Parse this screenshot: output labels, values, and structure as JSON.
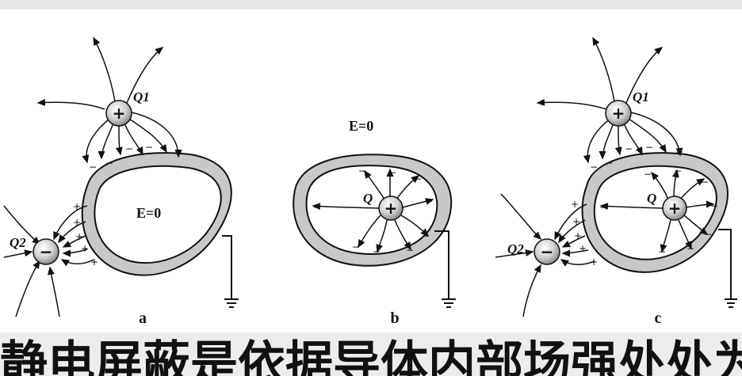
{
  "panels": [
    {
      "id": "a",
      "label": "a",
      "field_label": "E=0",
      "charges": [
        {
          "name": "Q1",
          "sign": "+"
        },
        {
          "name": "Q2",
          "sign": "−"
        }
      ]
    },
    {
      "id": "b",
      "label": "b",
      "field_label": "E=0",
      "charges": [
        {
          "name": "Q",
          "sign": "+"
        }
      ]
    },
    {
      "id": "c",
      "label": "c",
      "charges": [
        {
          "name": "Q1",
          "sign": "+"
        },
        {
          "name": "Q2",
          "sign": "−"
        },
        {
          "name": "Q",
          "sign": "+"
        }
      ]
    }
  ],
  "caption": "静电屏蔽是依据导体内部场强处处为零判断存在的"
}
